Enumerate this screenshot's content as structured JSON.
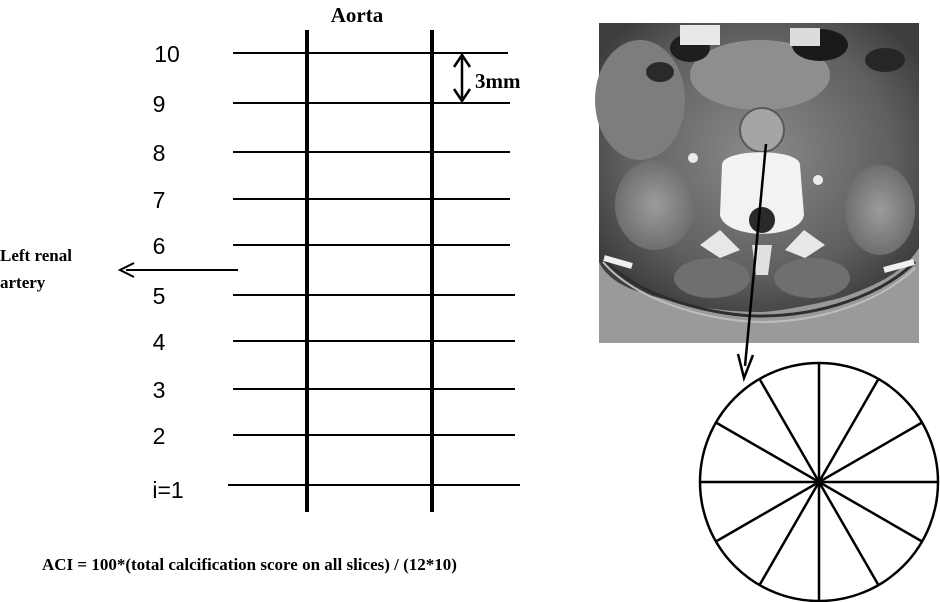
{
  "diagram": {
    "aorta_label": "Aorta",
    "spacing_label": "3mm",
    "slice_labels": [
      "10",
      "9",
      "8",
      "7",
      "6",
      "5",
      "4",
      "3",
      "2",
      "i=1"
    ],
    "renal_label_line1": "Left renal",
    "renal_label_line2": "artery",
    "formula": "ACI = 100*(total calcification score on all slices) / (12*10)",
    "segment_count": 12
  },
  "colors": {
    "ink": "#000000",
    "background": "#ffffff",
    "scan_background": "#9a9a9a"
  },
  "icons": [
    "ct-scan-image",
    "double-arrow-icon",
    "left-arrow-icon",
    "down-arrow-icon"
  ]
}
